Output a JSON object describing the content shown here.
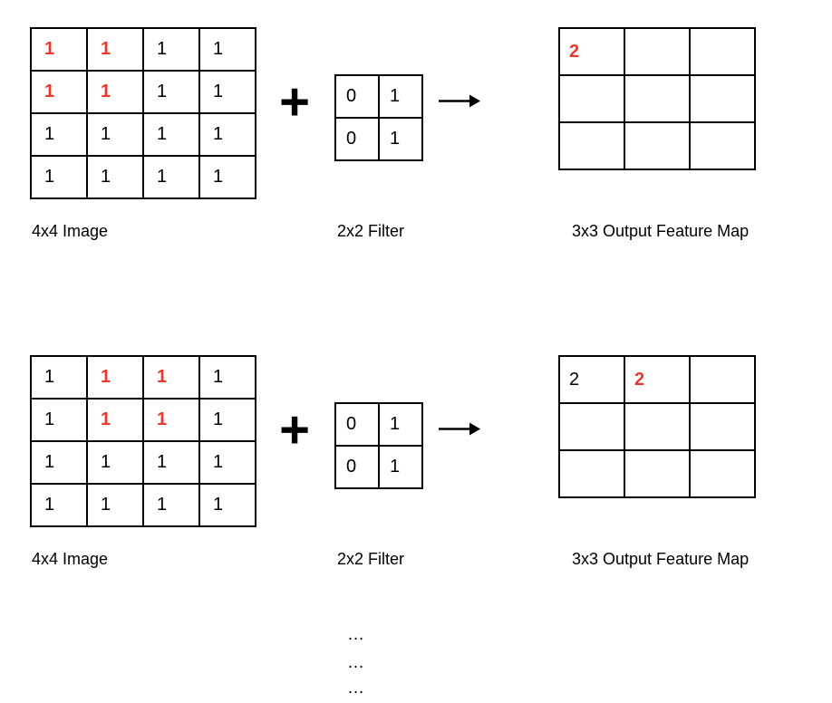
{
  "colors": {
    "highlight_red": "#e8382c",
    "line_black": "#000000"
  },
  "sections": [
    {
      "image": {
        "label": "4x4 Image",
        "cells": [
          [
            {
              "v": "1",
              "red": true
            },
            {
              "v": "1",
              "red": true
            },
            {
              "v": "1",
              "red": false
            },
            {
              "v": "1",
              "red": false
            }
          ],
          [
            {
              "v": "1",
              "red": true
            },
            {
              "v": "1",
              "red": true
            },
            {
              "v": "1",
              "red": false
            },
            {
              "v": "1",
              "red": false
            }
          ],
          [
            {
              "v": "1",
              "red": false
            },
            {
              "v": "1",
              "red": false
            },
            {
              "v": "1",
              "red": false
            },
            {
              "v": "1",
              "red": false
            }
          ],
          [
            {
              "v": "1",
              "red": false
            },
            {
              "v": "1",
              "red": false
            },
            {
              "v": "1",
              "red": false
            },
            {
              "v": "1",
              "red": false
            }
          ]
        ]
      },
      "operators": {
        "plus": "+",
        "arrow": "→"
      },
      "filter": {
        "label": "2x2 Filter",
        "cells": [
          [
            {
              "v": "0",
              "red": false
            },
            {
              "v": "1",
              "red": false
            }
          ],
          [
            {
              "v": "0",
              "red": false
            },
            {
              "v": "1",
              "red": false
            }
          ]
        ]
      },
      "output": {
        "label": "3x3 Output Feature Map",
        "cells": [
          [
            {
              "v": "2",
              "red": true
            },
            {
              "v": "",
              "red": false
            },
            {
              "v": "",
              "red": false
            }
          ],
          [
            {
              "v": "",
              "red": false
            },
            {
              "v": "",
              "red": false
            },
            {
              "v": "",
              "red": false
            }
          ],
          [
            {
              "v": "",
              "red": false
            },
            {
              "v": "",
              "red": false
            },
            {
              "v": "",
              "red": false
            }
          ]
        ]
      }
    },
    {
      "image": {
        "label": "4x4 Image",
        "cells": [
          [
            {
              "v": "1",
              "red": false
            },
            {
              "v": "1",
              "red": true
            },
            {
              "v": "1",
              "red": true
            },
            {
              "v": "1",
              "red": false
            }
          ],
          [
            {
              "v": "1",
              "red": false
            },
            {
              "v": "1",
              "red": true
            },
            {
              "v": "1",
              "red": true
            },
            {
              "v": "1",
              "red": false
            }
          ],
          [
            {
              "v": "1",
              "red": false
            },
            {
              "v": "1",
              "red": false
            },
            {
              "v": "1",
              "red": false
            },
            {
              "v": "1",
              "red": false
            }
          ],
          [
            {
              "v": "1",
              "red": false
            },
            {
              "v": "1",
              "red": false
            },
            {
              "v": "1",
              "red": false
            },
            {
              "v": "1",
              "red": false
            }
          ]
        ]
      },
      "operators": {
        "plus": "+",
        "arrow": "→"
      },
      "filter": {
        "label": "2x2 Filter",
        "cells": [
          [
            {
              "v": "0",
              "red": false
            },
            {
              "v": "1",
              "red": false
            }
          ],
          [
            {
              "v": "0",
              "red": false
            },
            {
              "v": "1",
              "red": false
            }
          ]
        ]
      },
      "output": {
        "label": "3x3 Output Feature Map",
        "cells": [
          [
            {
              "v": "2",
              "red": false
            },
            {
              "v": "2",
              "red": true
            },
            {
              "v": "",
              "red": false
            }
          ],
          [
            {
              "v": "",
              "red": false
            },
            {
              "v": "",
              "red": false
            },
            {
              "v": "",
              "red": false
            }
          ],
          [
            {
              "v": "",
              "red": false
            },
            {
              "v": "",
              "red": false
            },
            {
              "v": "",
              "red": false
            }
          ]
        ]
      }
    }
  ],
  "ellipsis": [
    "…",
    "…",
    "…"
  ]
}
